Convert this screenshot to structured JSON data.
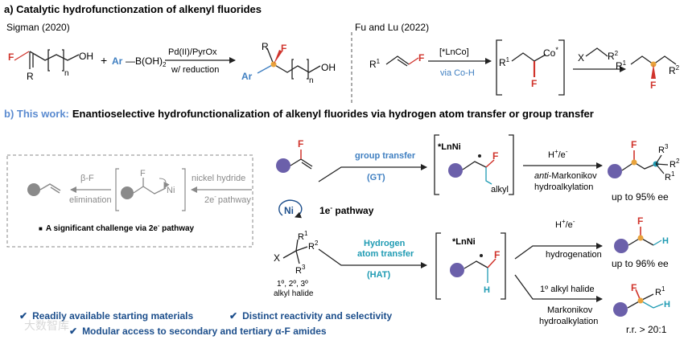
{
  "colors": {
    "fluorine": "#d0342c",
    "aryl": "#3f7fc1",
    "purple": "#6b60aa",
    "hydrogen": "#1f9bb3",
    "orange": "#e8a33c",
    "gray": "#8a8a8a",
    "heading_blue": "#5b8bd0",
    "check_blue": "#1d4f8c"
  },
  "section_a": {
    "title": "a) Catalytic hydrofunctionzation of alkenyl fluorides",
    "left": {
      "author": "Sigman (2020)",
      "n": "n",
      "oh": "OH",
      "f": "F",
      "r": "R",
      "plus": "+",
      "ar": "Ar",
      "boronic": "—B(OH)",
      "boronic_sub": "2",
      "arrow_top": "Pd(II)/PyrOx",
      "arrow_bottom": "w/ reduction",
      "prod_r": "R",
      "prod_f": "F",
      "prod_ar": "Ar",
      "prod_n": "n",
      "prod_oh": "OH"
    },
    "right": {
      "author": "Fu and Lu (2022)",
      "r1": "R",
      "r1_sup": "1",
      "f": "F",
      "arrow_top": "[*LnCo]",
      "arrow_bottom": "via Co-H",
      "int_r1": "R",
      "int_r1_sup": "1",
      "int_co": "Co",
      "int_co_sup": "*",
      "int_f": "F",
      "reagent_x": "X",
      "reagent_r2": "R",
      "reagent_r2_sup": "2",
      "prod_r1": "R",
      "prod_r1_sup": "1",
      "prod_f": "F",
      "prod_r2": "R",
      "prod_r2_sup": "2"
    }
  },
  "section_b": {
    "title_label": "b) This work:",
    "title_rest": "Enantioselective hydrofunctionalization of alkenyl fluorides via hydrogen atom transfer or group transfer",
    "box": {
      "beta_f": "β-F",
      "elimination": "elimination",
      "f": "F",
      "ni": "Ni",
      "nickel_hydride": "nickel hydride",
      "two_e": "2e",
      "two_e_sup": "-",
      "pathway": "pathway",
      "bullet": "■",
      "challenge": "A significant challenge via 2e",
      "challenge_sup": "-",
      "challenge_end": " pathway"
    },
    "center": {
      "f": "F",
      "ni": "Ni",
      "one_e": "1e",
      "one_e_sup": "-",
      "one_e_rest": " pathway",
      "x": "X",
      "r1": "R",
      "r1_sup": "1",
      "r2": "R",
      "r2_sup": "2",
      "r3": "R",
      "r3_sup": "3",
      "halide_line1": "1º, 2º, 3º",
      "halide_line2": "alkyl halide"
    },
    "gt": {
      "label": "group transfer",
      "abbr": "(GT)",
      "lnni": "*LnNi",
      "f": "F",
      "alkyl": "alkyl",
      "arrow_top": "H",
      "arrow_top_sup": "+",
      "arrow_top_rest": "/e",
      "arrow_top_sup2": "-",
      "arrow_bottom1_italic": "anti",
      "arrow_bottom1_rest": "-Markonikov",
      "arrow_bottom2": "hydroalkylation",
      "prod_f": "F",
      "prod_r1": "R",
      "prod_r1_sup": "1",
      "prod_r2": "R",
      "prod_r2_sup": "2",
      "prod_r3": "R",
      "prod_r3_sup": "3",
      "ee": "up to  95% ee"
    },
    "hat": {
      "label1": "Hydrogen",
      "label2": "atom transfer",
      "abbr": "(HAT)",
      "lnni": "*LnNi",
      "f": "F",
      "h": "H",
      "upper_top": "H",
      "upper_top_sup": "+",
      "upper_top_rest": "/e",
      "upper_top_sup2": "-",
      "upper_bottom": "hydrogenation",
      "upper_prod_f": "F",
      "upper_prod_h": "H",
      "upper_ee": "up to  96% ee",
      "lower_top": "1º alkyl halide",
      "lower_bottom1": "Markonikov",
      "lower_bottom2": "hydroalkylation",
      "lower_prod_f": "F",
      "lower_prod_r1": "R",
      "lower_prod_r1_sup": "1",
      "lower_prod_h": "H",
      "rr": "r.r. > 20:1"
    },
    "checks": {
      "mark": "✔",
      "item1": "Readily available starting materials",
      "item2": "Distinct reactivity and selectivity",
      "item3": "Modular access to secondary and tertiary α-F amides"
    },
    "watermark": "大数智库"
  }
}
